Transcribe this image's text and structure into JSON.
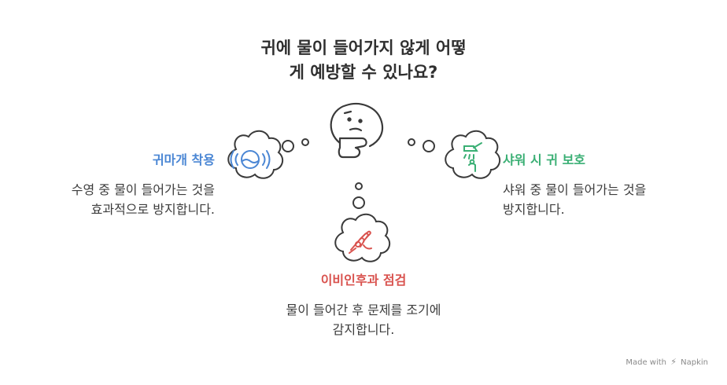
{
  "title": {
    "line1": "귀에 물이 들어가지 않게 어떻",
    "line2": "게 예방할 수 있나요?"
  },
  "items": [
    {
      "heading": "귀마개 착용",
      "desc_line1": "수영 중 물이 들어가는 것을",
      "desc_line2": "효과적으로 방지합니다.",
      "color": "#4a86d4",
      "icon": "ear-waves-icon"
    },
    {
      "heading": "샤워 시 귀 보호",
      "desc_line1": "샤워 중 물이 들어가는 것을",
      "desc_line2": "방지합니다.",
      "color": "#3aaf74",
      "icon": "shower-head-icon"
    },
    {
      "heading": "이비인후과 점검",
      "desc_line1": "물이 들어간 후 문제를 조기에",
      "desc_line2": "감지합니다.",
      "color": "#d9534f",
      "icon": "stethoscope-hand-icon"
    }
  ],
  "center_icon": "thinking-face-icon",
  "footer": {
    "made_with": "Made with",
    "brand": "Napkin"
  }
}
